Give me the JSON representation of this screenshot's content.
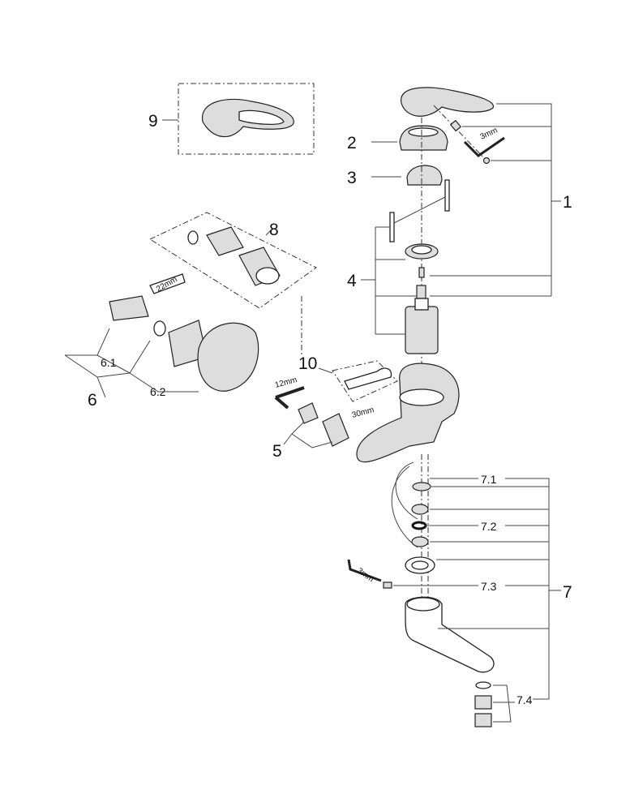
{
  "labels": {
    "l1": "1",
    "l2": "2",
    "l3": "3",
    "l4": "4",
    "l5": "5",
    "l6": "6",
    "l6_1": "6.1",
    "l6_2": "6.2",
    "l7": "7",
    "l7_1": "7.1",
    "l7_2": "7.2",
    "l7_3": "7.3",
    "l7_4": "7.4",
    "l8": "8",
    "l9": "9",
    "l10": "10"
  },
  "tool_sizes": {
    "hex_key_top": "3mm",
    "hex_key_spout": "3mm",
    "wrench_22": "22mm",
    "hex_key_12": "12mm",
    "wrench_30": "30mm"
  }
}
